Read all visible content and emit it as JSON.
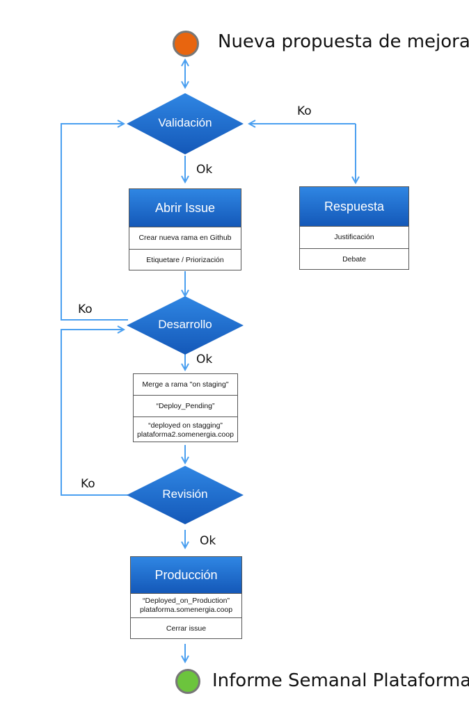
{
  "start": {
    "label": "Nueva propuesta de mejora",
    "color": "#e8650f"
  },
  "end": {
    "label": "Informe Semanal Plataforma",
    "color": "#6cc43d"
  },
  "decisions": {
    "validacion": "Validación",
    "desarrollo": "Desarrollo",
    "revision": "Revisión"
  },
  "boxes": {
    "abrir_issue": {
      "title": "Abrir Issue",
      "rows": [
        "Crear nueva rama en Github",
        "Etiquetare / Priorización"
      ]
    },
    "respuesta": {
      "title": "Respuesta",
      "rows": [
        "Justificación",
        "Debate"
      ]
    },
    "staging": {
      "rows": [
        "Merge a rama \"on staging\"",
        "“Deploy_Pending”",
        "“deployed on stagging”\nplataforma2.somenergia.coop"
      ]
    },
    "produccion": {
      "title": "Producción",
      "rows": [
        "“Deployed_on_Production”\nplataforma.somenergia.coop",
        "Cerrar issue"
      ]
    }
  },
  "edge_labels": {
    "ok1": "Ok",
    "ok2": "Ok",
    "ok3": "Ok",
    "ko_validacion": "Ko",
    "ko_desarrollo": "Ko",
    "ko_revision": "Ko"
  },
  "colors": {
    "arrow": "#4a9ff0",
    "diamond": "#1a63c5",
    "box_header": "#1f6fd0"
  }
}
